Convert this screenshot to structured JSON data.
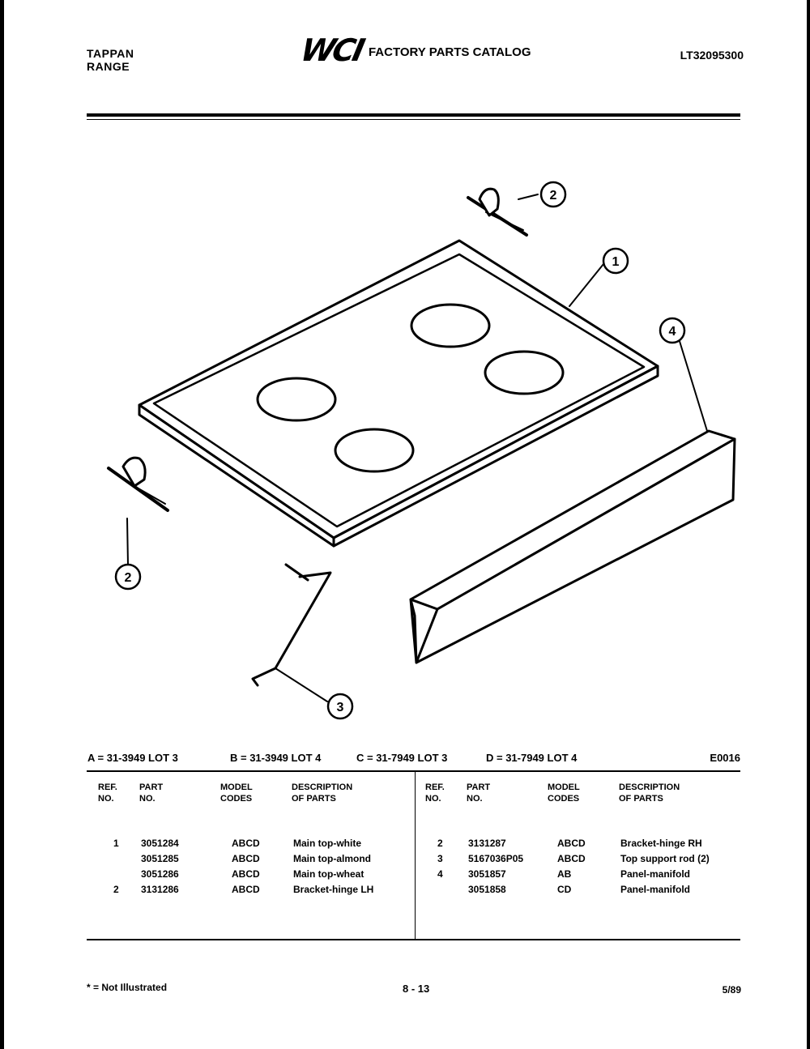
{
  "header": {
    "brand_line1": "TAPPAN",
    "brand_line2": "RANGE",
    "logo": "WCI",
    "catalog_title": "FACTORY PARTS CATALOG",
    "model_number": "LT32095300"
  },
  "diagram": {
    "callouts": [
      "1",
      "2",
      "2",
      "3",
      "4"
    ]
  },
  "model_codes": {
    "a": "A = 31-3949 LOT 3",
    "b": "B = 31-3949 LOT 4",
    "c": "C = 31-7949 LOT 3",
    "d": "D = 31-7949 LOT 4",
    "figure_code": "E0016"
  },
  "table": {
    "headers": {
      "ref": [
        "REF.",
        "NO."
      ],
      "part": [
        "PART",
        "NO."
      ],
      "model": [
        "MODEL",
        "CODES"
      ],
      "desc": [
        "DESCRIPTION",
        "OF PARTS"
      ]
    },
    "left_rows": [
      {
        "ref": "1",
        "part": "3051284",
        "codes": "ABCD",
        "desc": "Main top-white"
      },
      {
        "ref": "",
        "part": "3051285",
        "codes": "ABCD",
        "desc": "Main top-almond"
      },
      {
        "ref": "",
        "part": "3051286",
        "codes": "ABCD",
        "desc": "Main top-wheat"
      },
      {
        "ref": "2",
        "part": "3131286",
        "codes": "ABCD",
        "desc": "Bracket-hinge LH"
      }
    ],
    "right_rows": [
      {
        "ref": "2",
        "part": "3131287",
        "codes": "ABCD",
        "desc": "Bracket-hinge RH"
      },
      {
        "ref": "3",
        "part": "5167036P05",
        "codes": "ABCD",
        "desc": "Top support rod (2)"
      },
      {
        "ref": "4",
        "part": "3051857",
        "codes": "AB",
        "desc": "Panel-manifold"
      },
      {
        "ref": "",
        "part": "3051858",
        "codes": "CD",
        "desc": "Panel-manifold"
      }
    ]
  },
  "footer": {
    "note": "* = Not Illustrated",
    "page": "8 - 13",
    "date": "5/89"
  }
}
